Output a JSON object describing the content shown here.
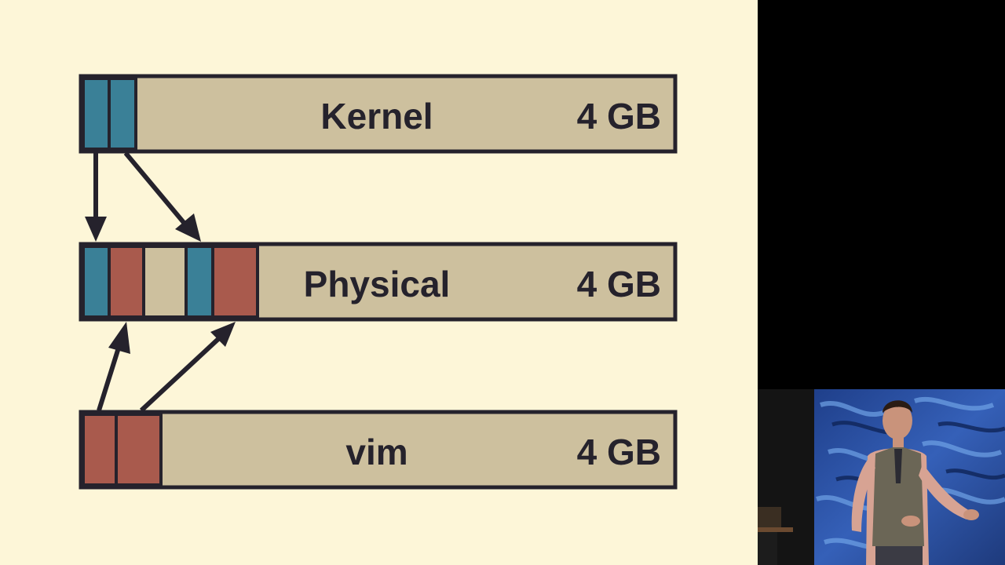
{
  "slide": {
    "rows": [
      {
        "id": "kernel",
        "name": "Kernel",
        "size": "4 GB"
      },
      {
        "id": "physical",
        "name": "Physical",
        "size": "4 GB"
      },
      {
        "id": "vim",
        "name": "vim",
        "size": "4 GB"
      }
    ]
  },
  "colors": {
    "slide_background": "#fdf6d8",
    "bar_fill": "#cdc09e",
    "bar_border": "#25222c",
    "kernel_page": "#3a8097",
    "process_page": "#a95a4d",
    "arrow": "#25222c"
  },
  "video": {
    "description_icon": "presenter-video-feed"
  }
}
